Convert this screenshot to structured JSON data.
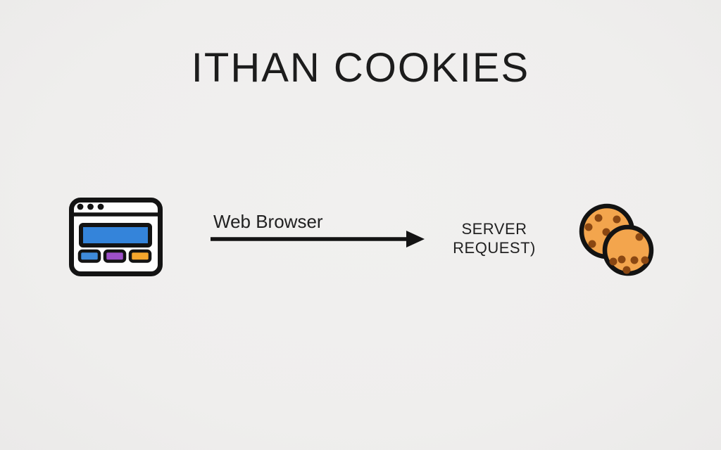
{
  "title": "ITHAN COOKIES",
  "diagram": {
    "arrow_label": "Web Browser",
    "server_line1": "SERVER",
    "server_line2": "REQUEST)"
  },
  "colors": {
    "background": "#efeeed",
    "text": "#1c1c1c",
    "outline": "#131313",
    "window_fill": "#fdfdfd",
    "browser_bar_blue": "#3484da",
    "browser_block_blue": "#3e8ada",
    "browser_block_purple": "#9d50c8",
    "browser_block_orange": "#f3a52c",
    "cookie_fill": "#f3a54d",
    "cookie_chip": "#8a4712"
  }
}
